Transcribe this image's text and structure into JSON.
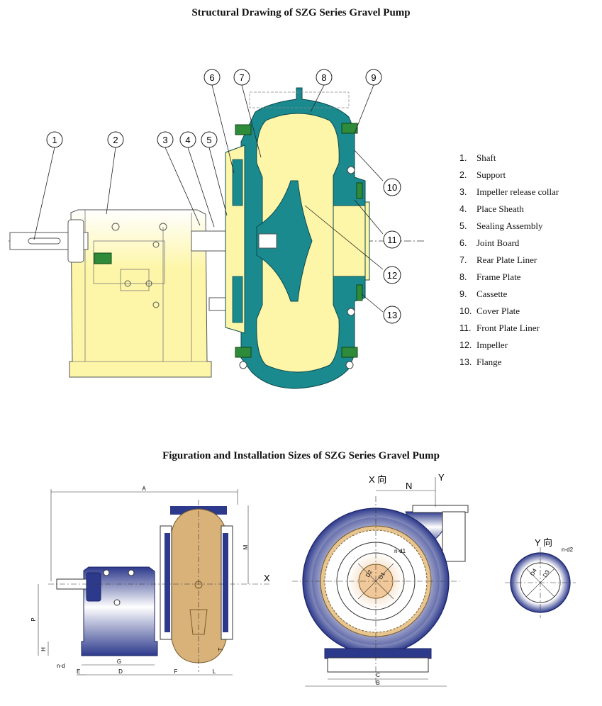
{
  "titles": {
    "structural": "Structural Drawing of SZG Series Gravel Pump",
    "installation": "Figuration and Installation Sizes of SZG Series Gravel Pump"
  },
  "parts": [
    {
      "num": "1.",
      "name": "Shaft"
    },
    {
      "num": "2.",
      "name": "Support"
    },
    {
      "num": "3.",
      "name": "Impeller release collar"
    },
    {
      "num": "4.",
      "name": "Place Sheath"
    },
    {
      "num": "5.",
      "name": "Sealing Assembly"
    },
    {
      "num": "6.",
      "name": "Joint Board"
    },
    {
      "num": "7.",
      "name": "Rear Plate Liner"
    },
    {
      "num": "8.",
      "name": "Frame Plate"
    },
    {
      "num": "9.",
      "name": "Cassette"
    },
    {
      "num": "10.",
      "name": "Cover Plate"
    },
    {
      "num": "11.",
      "name": "Front Plate Liner"
    },
    {
      "num": "12.",
      "name": "Impeller"
    },
    {
      "num": "13.",
      "name": "Flange"
    }
  ],
  "callouts": [
    "1",
    "2",
    "3",
    "4",
    "5",
    "6",
    "7",
    "8",
    "9",
    "10",
    "11",
    "12",
    "13"
  ],
  "dims": {
    "A": "A",
    "M": "M",
    "X": "X",
    "P": "P",
    "H": "H",
    "nd": "n-d",
    "E": "E",
    "G": "G",
    "D": "D",
    "F": "F",
    "L": "L",
    "T": "T",
    "Xview": "X 向",
    "N": "N",
    "Y": "Y",
    "nd1": "n-d1",
    "D1": "D1",
    "D2": "D2",
    "C": "C",
    "B": "B",
    "Yview": "Y 向",
    "nd2": "n-d2",
    "D3": "D3",
    "D4": "D4"
  },
  "colors": {
    "casing": "#1a8a8f",
    "yellow": "#fdf6a8",
    "cassette": "#2e8b3a",
    "blue": "#2d3a8c",
    "tan": "#d9b27a"
  }
}
